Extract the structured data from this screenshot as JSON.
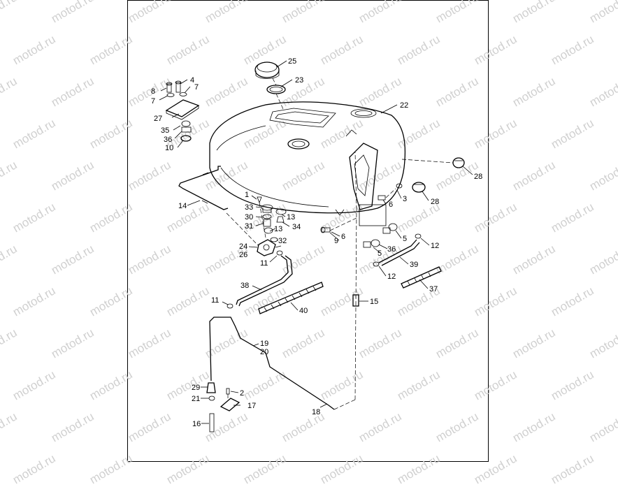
{
  "watermark": "motod.ru",
  "callouts": {
    "c25": "25",
    "c23": "23",
    "c22": "22",
    "c28a": "28",
    "c28b": "28",
    "c8": "8",
    "c4": "4",
    "c7a": "7",
    "c7b": "7",
    "c27": "27",
    "c35": "35",
    "c36a": "36",
    "c10": "10",
    "c1": "1",
    "c33": "33",
    "c30": "30",
    "c31": "31",
    "c13a": "13",
    "c13b": "13",
    "c34": "34",
    "c32": "32",
    "c24": "24",
    "c26": "26",
    "c11a": "11",
    "c14": "14",
    "c3": "3",
    "c6a": "6",
    "c6b": "6",
    "c9": "9",
    "c5a": "5",
    "c5b": "5",
    "c36b": "36",
    "c12a": "12",
    "c39": "39",
    "c12b": "12",
    "c37": "37",
    "c38": "38",
    "c11b": "11",
    "c40": "40",
    "c15": "15",
    "c19": "19",
    "c20": "20",
    "c29": "29",
    "c2": "2",
    "c21": "21",
    "c17": "17",
    "c16": "16",
    "c18": "18"
  }
}
